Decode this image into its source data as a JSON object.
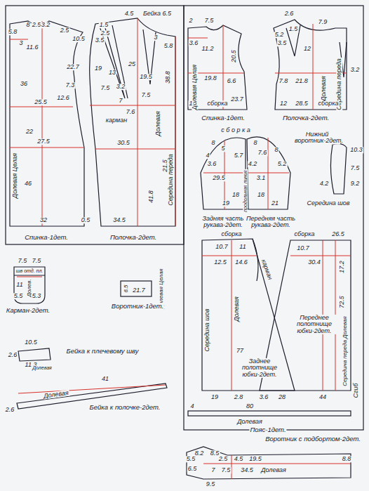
{
  "diagram": {
    "labels": [
      "8",
      "2.5",
      "3.2",
      "2.5",
      "10.5",
      "5.8",
      "3",
      "11.6",
      "36",
      "22.7",
      "7.3",
      "25.5",
      "12.6",
      "22",
      "27.5",
      "46",
      "Долевая Целая",
      "32",
      "0.5",
      "Спинка-1дет.",
      "1.5",
      "2.5",
      "3.5",
      "4.5",
      "Бейка 6.5",
      "3",
      "5.8",
      "38.8",
      "19",
      "13",
      "7.5",
      "3.2",
      "25",
      "19.5",
      "7.5",
      "7",
      "7.6",
      "карман",
      "Долевая",
      "30.5",
      "21.5",
      "41.8",
      "Середина переда",
      "34.5",
      "Полочка-2дет.",
      "7.5",
      "7.5",
      "шв отд. пл.",
      "11",
      "Долев.",
      "5.5",
      "5.3",
      "Карман-2дет.",
      "6.5",
      "21.7",
      "Долевая Целая",
      "Воротник-1дет.",
      "10.5",
      "2.6",
      "11.3",
      "Долевая",
      "Бейка к плечевому шву",
      "Долевая",
      "41",
      "2.6",
      "Бейка к полочке-2дет.",
      "2",
      "7.5",
      "3.6",
      "11.2",
      "20.5",
      "Долевая Целая",
      "19.8",
      "6.6",
      "1",
      "сборка",
      "23.7",
      "Спинка-1дет.",
      "2.6",
      "5.2",
      "1.5",
      "7.9",
      "3.5",
      "12",
      "Долевая",
      "Середина переда",
      "3.2",
      "7.8",
      "21.8",
      "12",
      "28.5",
      "сборка",
      "Полочка-2дет.",
      "с б о р к а",
      "8",
      "5",
      "4",
      "3.6",
      "5.7",
      "8",
      "7.6",
      "8",
      "5.2",
      "4.2",
      "29.5",
      "3.1",
      "продольная линия",
      "18",
      "18",
      "19",
      "21",
      "Задняя часть рукава-2дет.",
      "Передняя часть рукава-2дет.",
      "Нижний воротник-2дет.",
      "10.3",
      "7.5",
      "9.2",
      "4.2",
      "Середина шов",
      "сборка",
      "сборка",
      "26.5",
      "10.7",
      "11",
      "12.5",
      "14.6",
      "карман",
      "10.7",
      "17.2",
      "30.4",
      "72.5",
      "Середина шов",
      "Долевая",
      "77",
      "Заднее полотнище юбки-2дет.",
      "Переднее полотнище юбки-2дет.",
      "Середина переда Долевая",
      "19",
      "2.8",
      "3.6",
      "28",
      "44",
      "Сгиб",
      "80",
      "4",
      "Долевая",
      "Пояс-1дет.",
      "Воротник с подбортом-2дет.",
      "5.5",
      "8.2",
      "8.5",
      "2.5",
      "4.5",
      "19.5",
      "6.5",
      "7",
      "7.5",
      "34.5",
      "Долевая",
      "9.5",
      "8.8"
    ]
  }
}
